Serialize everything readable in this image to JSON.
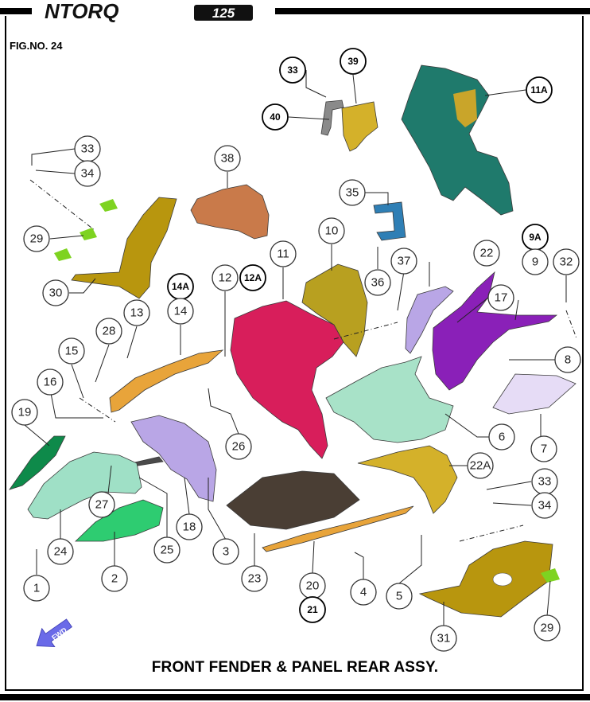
{
  "header": {
    "brand": "NTORQ",
    "model": "125"
  },
  "figure_number": "FIG.NO. 24",
  "title": "FRONT FENDER & PANEL REAR ASSY.",
  "direction_badge": {
    "label": "FWD",
    "icon": "forward-arrow-icon",
    "color": "#6a6ae8"
  },
  "colors": {
    "teal": "#1f7a6c",
    "gold": "#b8960e",
    "orange": "#e8a43a",
    "magenta": "#d81e5b",
    "purple": "#8a20b8",
    "lavender": "#b9a6e6",
    "mint": "#9fe0c6",
    "green": "#2ecc71",
    "dark_green": "#0e8a4a",
    "brown": "#4a3e34",
    "copper": "#c97a4a",
    "blue": "#2f7fb5"
  },
  "callouts": [
    {
      "id": "c1",
      "label": "1"
    },
    {
      "id": "c2",
      "label": "2"
    },
    {
      "id": "c3",
      "label": "3"
    },
    {
      "id": "c4",
      "label": "4"
    },
    {
      "id": "c5",
      "label": "5"
    },
    {
      "id": "c6",
      "label": "6"
    },
    {
      "id": "c7",
      "label": "7"
    },
    {
      "id": "c8",
      "label": "8"
    },
    {
      "id": "c9",
      "label": "9"
    },
    {
      "id": "c9a",
      "label": "9A"
    },
    {
      "id": "c10",
      "label": "10"
    },
    {
      "id": "c11",
      "label": "11"
    },
    {
      "id": "c11a",
      "label": "11A"
    },
    {
      "id": "c12",
      "label": "12"
    },
    {
      "id": "c12a",
      "label": "12A"
    },
    {
      "id": "c13",
      "label": "13"
    },
    {
      "id": "c14",
      "label": "14"
    },
    {
      "id": "c14a",
      "label": "14A"
    },
    {
      "id": "c15",
      "label": "15"
    },
    {
      "id": "c16",
      "label": "16"
    },
    {
      "id": "c17",
      "label": "17"
    },
    {
      "id": "c18",
      "label": "18"
    },
    {
      "id": "c19",
      "label": "19"
    },
    {
      "id": "c20",
      "label": "20"
    },
    {
      "id": "c21",
      "label": "21"
    },
    {
      "id": "c22",
      "label": "22"
    },
    {
      "id": "c22a",
      "label": "22A"
    },
    {
      "id": "c23",
      "label": "23"
    },
    {
      "id": "c24",
      "label": "24"
    },
    {
      "id": "c25",
      "label": "25"
    },
    {
      "id": "c26",
      "label": "26"
    },
    {
      "id": "c27",
      "label": "27"
    },
    {
      "id": "c28",
      "label": "28"
    },
    {
      "id": "c29a",
      "label": "29"
    },
    {
      "id": "c29b",
      "label": "29"
    },
    {
      "id": "c30",
      "label": "30"
    },
    {
      "id": "c31",
      "label": "31"
    },
    {
      "id": "c32",
      "label": "32"
    },
    {
      "id": "c33a",
      "label": "33"
    },
    {
      "id": "c33b",
      "label": "33"
    },
    {
      "id": "c33c",
      "label": "33"
    },
    {
      "id": "c34a",
      "label": "34"
    },
    {
      "id": "c34b",
      "label": "34"
    },
    {
      "id": "c35",
      "label": "35"
    },
    {
      "id": "c36",
      "label": "36"
    },
    {
      "id": "c37",
      "label": "37"
    },
    {
      "id": "c38",
      "label": "38"
    },
    {
      "id": "c39",
      "label": "39"
    },
    {
      "id": "c40",
      "label": "40"
    }
  ]
}
